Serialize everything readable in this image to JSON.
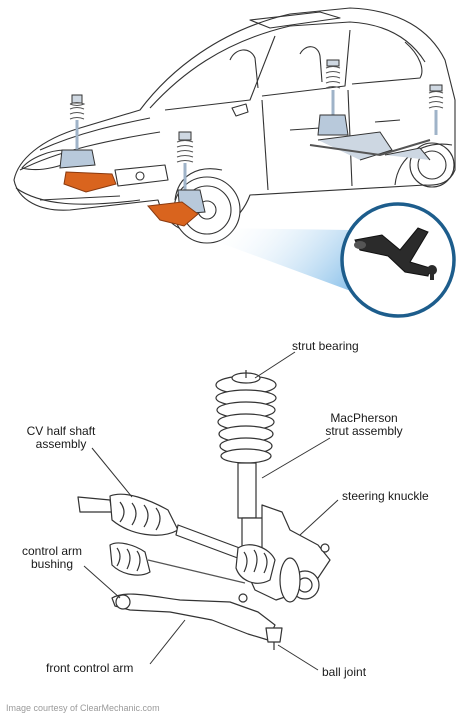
{
  "labels": {
    "strut_bearing": "strut bearing",
    "macpherson_line1": "MacPherson",
    "macpherson_line2": "strut assembly",
    "cv_line1": "CV half shaft",
    "cv_line2": "assembly",
    "steering_knuckle": "steering knuckle",
    "control_arm_bushing_line1": "control arm",
    "control_arm_bushing_line2": "bushing",
    "front_control_arm": "front control arm",
    "ball_joint": "ball joint"
  },
  "credit": "Image courtesy of ClearMechanic.com",
  "colors": {
    "control_arm_highlight": "#d9641e",
    "callout_ring": "#1d5d8c",
    "callout_glow": "#8ec5ee",
    "outline": "#333333"
  },
  "icons": {
    "car": "sedan-line-drawing",
    "inset": "control-arm-callout",
    "assembly": "macpherson-strut-assembly"
  }
}
